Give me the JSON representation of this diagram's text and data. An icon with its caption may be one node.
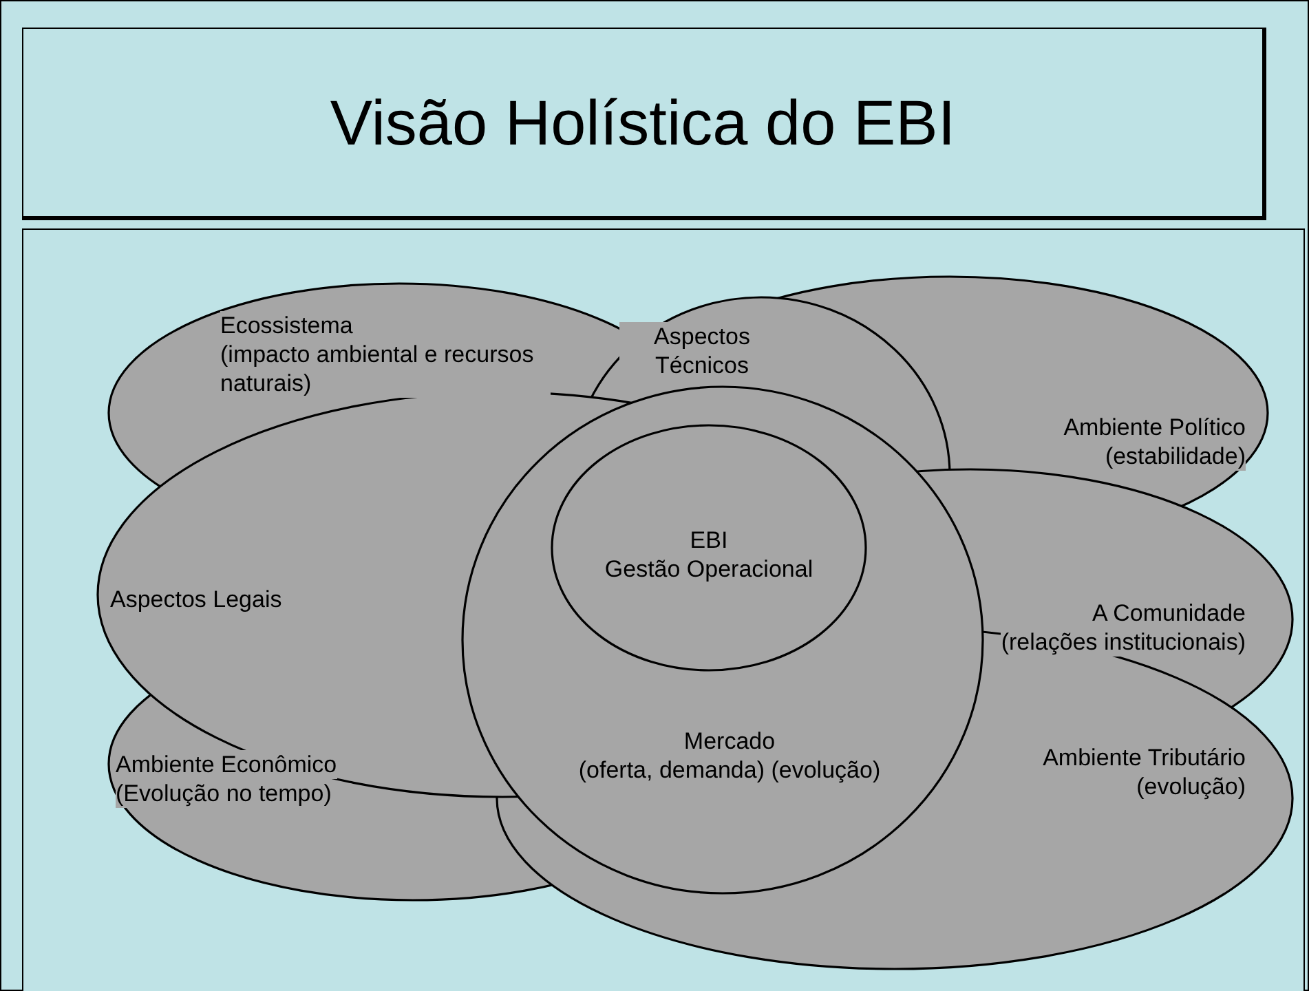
{
  "diagram": {
    "title": "Visão Holística do EBI",
    "nodes": [
      {
        "text": [
          "Ecossistema",
          "(impacto ambiental e recursos naturais)"
        ]
      },
      {
        "text": [
          "Aspectos Técnicos"
        ]
      },
      {
        "text": [
          "Ambiente Político",
          "(estabilidade)"
        ]
      },
      {
        "text": [
          "Aspectos Legais"
        ]
      },
      {
        "text": [
          "A Comunidade",
          "(relações institucionais)"
        ]
      },
      {
        "text": [
          "Ambiente Econômico",
          "(Evolução no tempo)"
        ]
      },
      {
        "text": [
          "Ambiente Tributário",
          "(evolução)"
        ]
      },
      {
        "text": [
          "Mercado",
          "(oferta, demanda) (evolução)"
        ]
      },
      {
        "text": [
          "EBI",
          "Gestão Operacional"
        ]
      }
    ]
  }
}
